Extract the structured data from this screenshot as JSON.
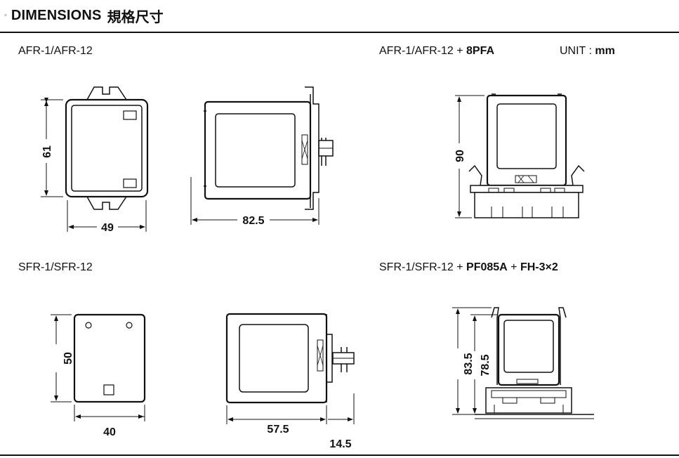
{
  "header": {
    "bullet": "◦",
    "title_en": "DIMENSIONS",
    "title_zh": "規格尺寸"
  },
  "sections": {
    "afr": {
      "label": "AFR-1/AFR-12"
    },
    "afr_8pfa": {
      "label_prefix": "AFR-1/AFR-12 + ",
      "label_bold": "8PFA"
    },
    "unit": {
      "label": "UNIT : ",
      "value": "mm"
    },
    "sfr": {
      "label": "SFR-1/SFR-12"
    },
    "sfr_socket": {
      "prefix": "SFR-1/SFR-12 + ",
      "bold1": "PF085A",
      "plus": " + ",
      "bold2": "FH-3×2"
    }
  },
  "dimensions": {
    "afr_height": "61",
    "afr_width": "49",
    "afr_depth": "82.5",
    "afr_socket_height": "90",
    "sfr_height": "50",
    "sfr_width": "40",
    "sfr_depth": "57.5",
    "sfr_pin": "14.5",
    "sfr_socket_total": "83.5",
    "sfr_socket_body": "78.5"
  }
}
